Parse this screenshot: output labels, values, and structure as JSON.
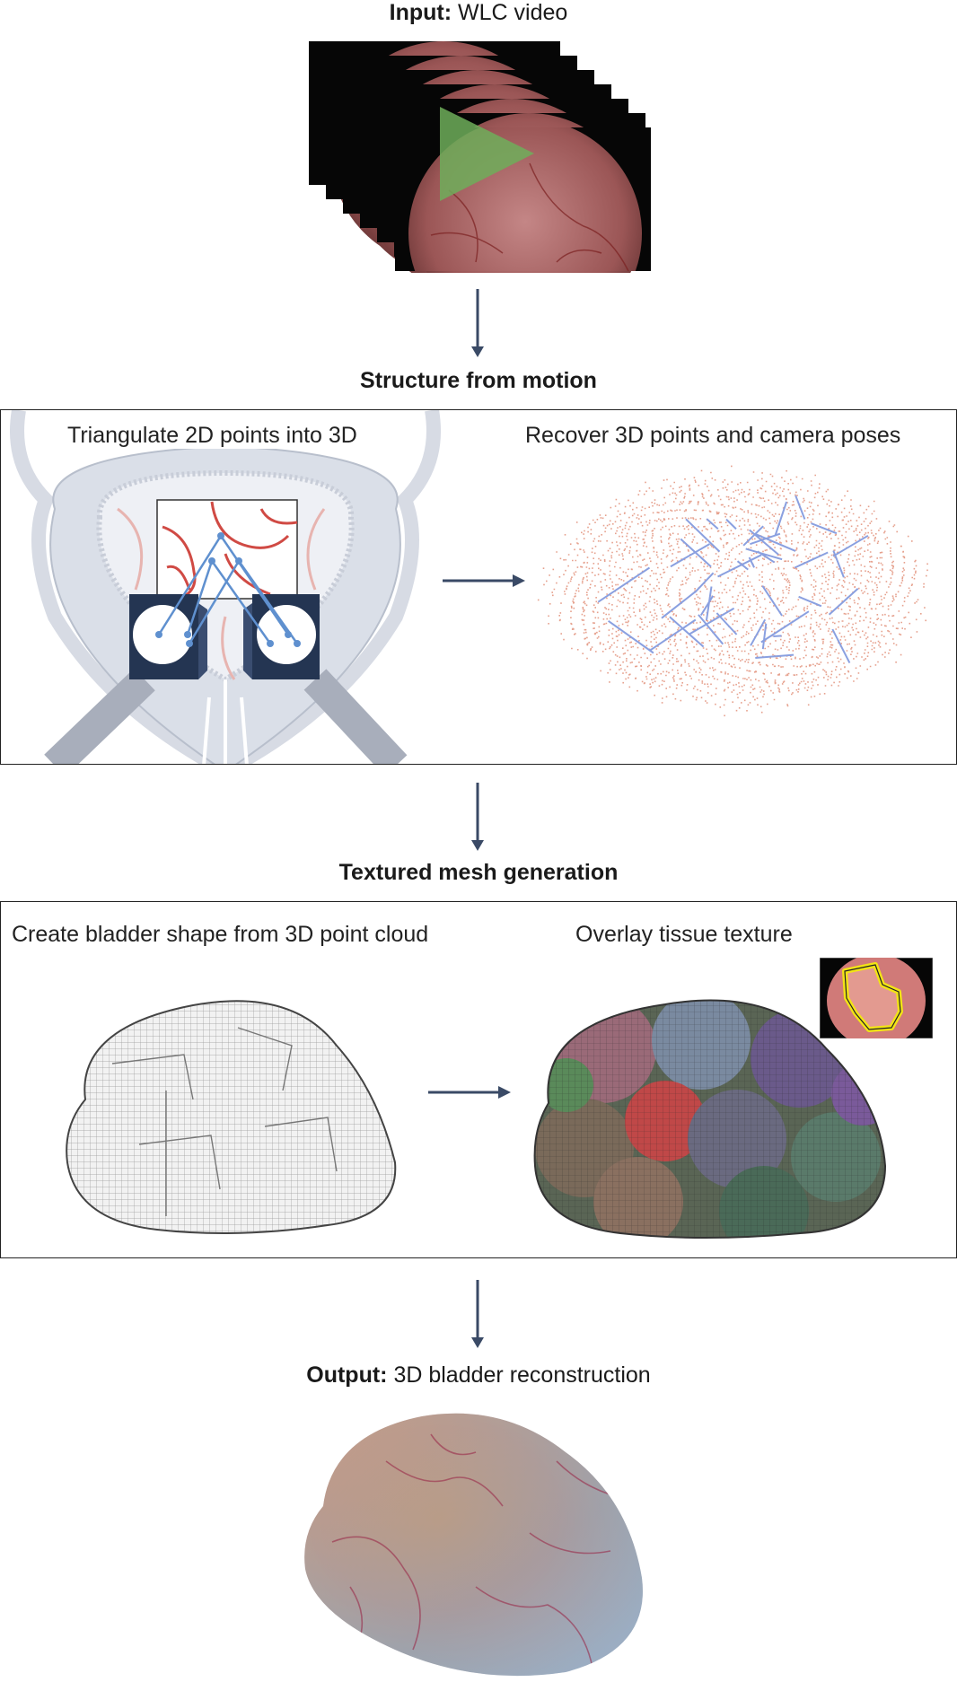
{
  "input_heading": {
    "bold": "Input:",
    "rest": " WLC video"
  },
  "sfm": {
    "title": "Structure from motion",
    "left_caption": "Triangulate 2D points into 3D",
    "right_caption": "Recover 3D points and camera poses"
  },
  "mesh": {
    "title": "Textured mesh generation",
    "left_caption": "Create bladder shape from 3D point cloud",
    "right_caption": "Overlay tissue texture"
  },
  "output_heading": {
    "bold": "Output:",
    "rest": " 3D bladder reconstruction"
  },
  "colors": {
    "arrow": "#3a4a66",
    "point_cloud": "#e08a72",
    "camera_path": "#8aa0e0",
    "tissue": "#b06a6a",
    "play_icon": "#6fae5a",
    "highlight": "#f2e415"
  }
}
